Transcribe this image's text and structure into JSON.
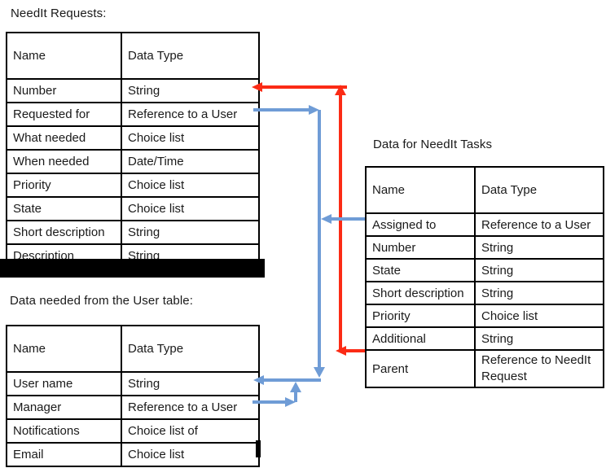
{
  "titles": {
    "requests": "NeedIt Requests:",
    "user": "Data needed from the User table:",
    "tasks": "Data for NeedIt Tasks"
  },
  "tables": {
    "requests": {
      "headers": {
        "name": "Name",
        "type": "Data Type"
      },
      "rows": [
        {
          "name": "Number",
          "type": "String"
        },
        {
          "name": "Requested for",
          "type": "Reference to a User"
        },
        {
          "name": "What needed",
          "type": "Choice list"
        },
        {
          "name": "When needed",
          "type": "Date/Time"
        },
        {
          "name": "Priority",
          "type": "Choice list"
        },
        {
          "name": "State",
          "type": "Choice list"
        },
        {
          "name": "Short description",
          "type": "String"
        },
        {
          "name": "Description",
          "type": "String"
        }
      ]
    },
    "user": {
      "headers": {
        "name": "Name",
        "type": "Data Type"
      },
      "rows": [
        {
          "name": "User name",
          "type": "String"
        },
        {
          "name": "Manager",
          "type": "Reference to a User"
        },
        {
          "name": "Notifications",
          "type": "Choice list of"
        },
        {
          "name": "Email",
          "type": "Choice list"
        }
      ]
    },
    "tasks": {
      "headers": {
        "name": "Name",
        "type": "Data Type"
      },
      "rows": [
        {
          "name": "Assigned to",
          "type": "Reference to a User"
        },
        {
          "name": "Number",
          "type": "String"
        },
        {
          "name": "State",
          "type": "String"
        },
        {
          "name": "Short description",
          "type": "String"
        },
        {
          "name": "Priority",
          "type": "Choice list"
        },
        {
          "name": "Additional",
          "type": "String"
        },
        {
          "name": "Parent",
          "type": "Reference to NeedIt Request"
        }
      ]
    }
  },
  "connectors": [
    {
      "color": "red",
      "from": "tasks.Parent",
      "to": "requests.Number"
    },
    {
      "color": "blue",
      "from": "requests.Requested for",
      "to": "user.User name"
    },
    {
      "color": "blue",
      "from": "tasks.Assigned to",
      "to": "user.User name"
    },
    {
      "color": "blue",
      "from": "user.Manager",
      "to": "user.User name"
    }
  ],
  "colors": {
    "red_arrow": "#fb2b15",
    "blue_arrow": "#6f9cd6",
    "table_border": "#000000",
    "redaction": "#000000"
  }
}
